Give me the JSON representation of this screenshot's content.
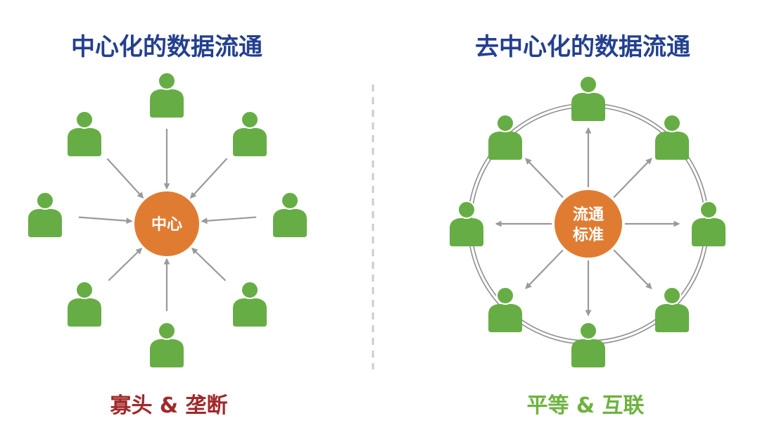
{
  "colors": {
    "title": "#23408f",
    "node": "#67ad45",
    "node_dark": "#4f9631",
    "hub": "#e07c32",
    "arrow": "#9a9a9a",
    "ring": "#8f8f8f",
    "divider": "#cccccc",
    "left_footer": "#a0292a",
    "right_footer": "#6db33f",
    "hub_text": "#ffffff"
  },
  "left": {
    "title": "中心化的数据流通",
    "hub_label": "中心",
    "footer": "寡头 & 垄断",
    "node_icon": "user-icon",
    "arrow_direction": "inward"
  },
  "right": {
    "title": "去中心化的数据流通",
    "hub_line1": "流通",
    "hub_line2": "标准",
    "footer": "平等 & 互联",
    "node_icon": "user-icon",
    "arrow_direction": "outward",
    "ring": true
  },
  "divider": "dashed-vertical"
}
